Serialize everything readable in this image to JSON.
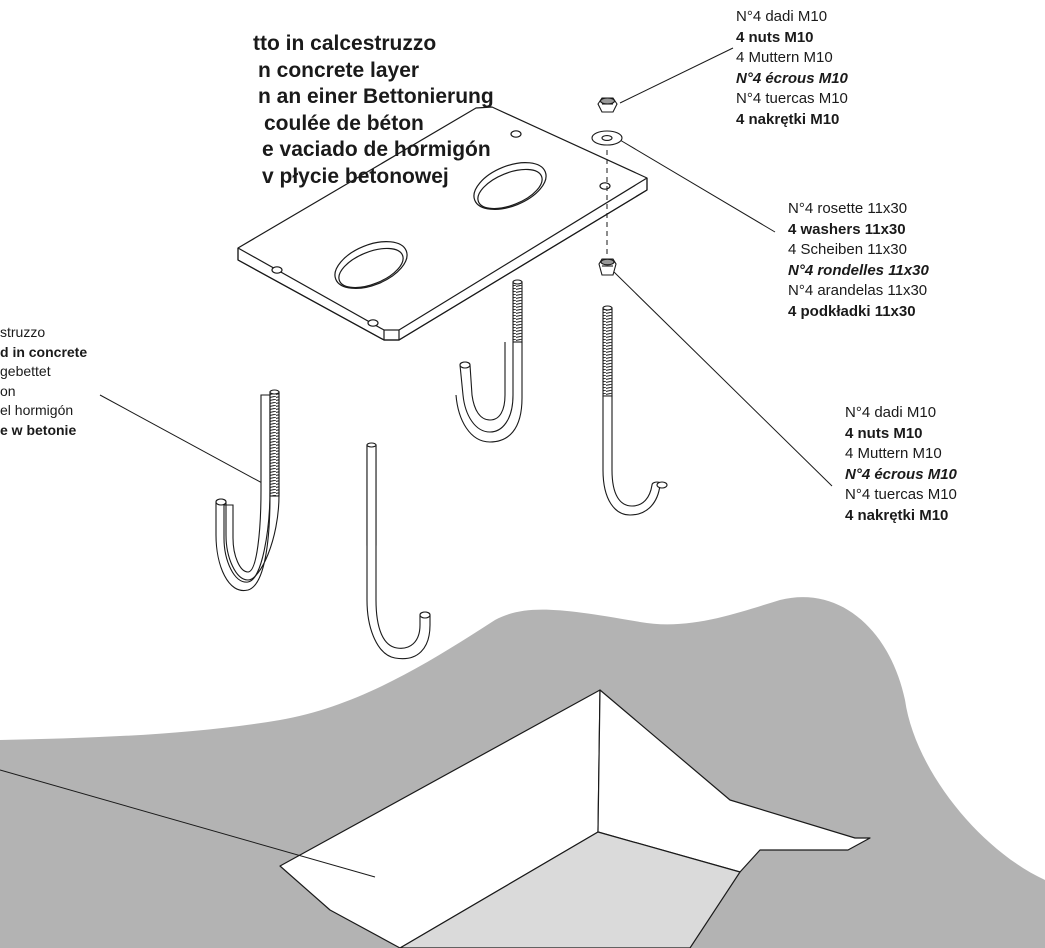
{
  "title_lines": [
    "tto in calcestruzzo",
    "n concrete layer",
    "n an einer Bettonierung",
    "coulée de béton",
    "e vaciado de hormigón",
    "v płycie betonowej"
  ],
  "left_callout": [
    "struzzo",
    "d in concrete",
    "gebettet",
    "on",
    "el hormigón",
    "e w betonie"
  ],
  "top_nuts": [
    "N°4 dadi M10",
    "4 nuts M10",
    "4 Muttern M10",
    "N°4 écrous M10",
    "N°4 tuercas M10",
    "4 nakrętki M10"
  ],
  "washers": [
    "N°4 rosette 11x30",
    "4 washers 11x30",
    "4 Scheiben 11x30",
    "N°4 rondelles 11x30",
    "N°4 arandelas 11x30",
    "4 podkładki 11x30"
  ],
  "lower_nuts": [
    "N°4 dadi M10",
    "4 nuts M10",
    "4 Muttern M10",
    "N°4 écrous M10",
    "N°4 tuercas M10",
    "4 nakrętki M10"
  ],
  "colors": {
    "ground": "#b3b3b3",
    "pit_floor": "#dadada",
    "line": "#1a1a1a"
  }
}
